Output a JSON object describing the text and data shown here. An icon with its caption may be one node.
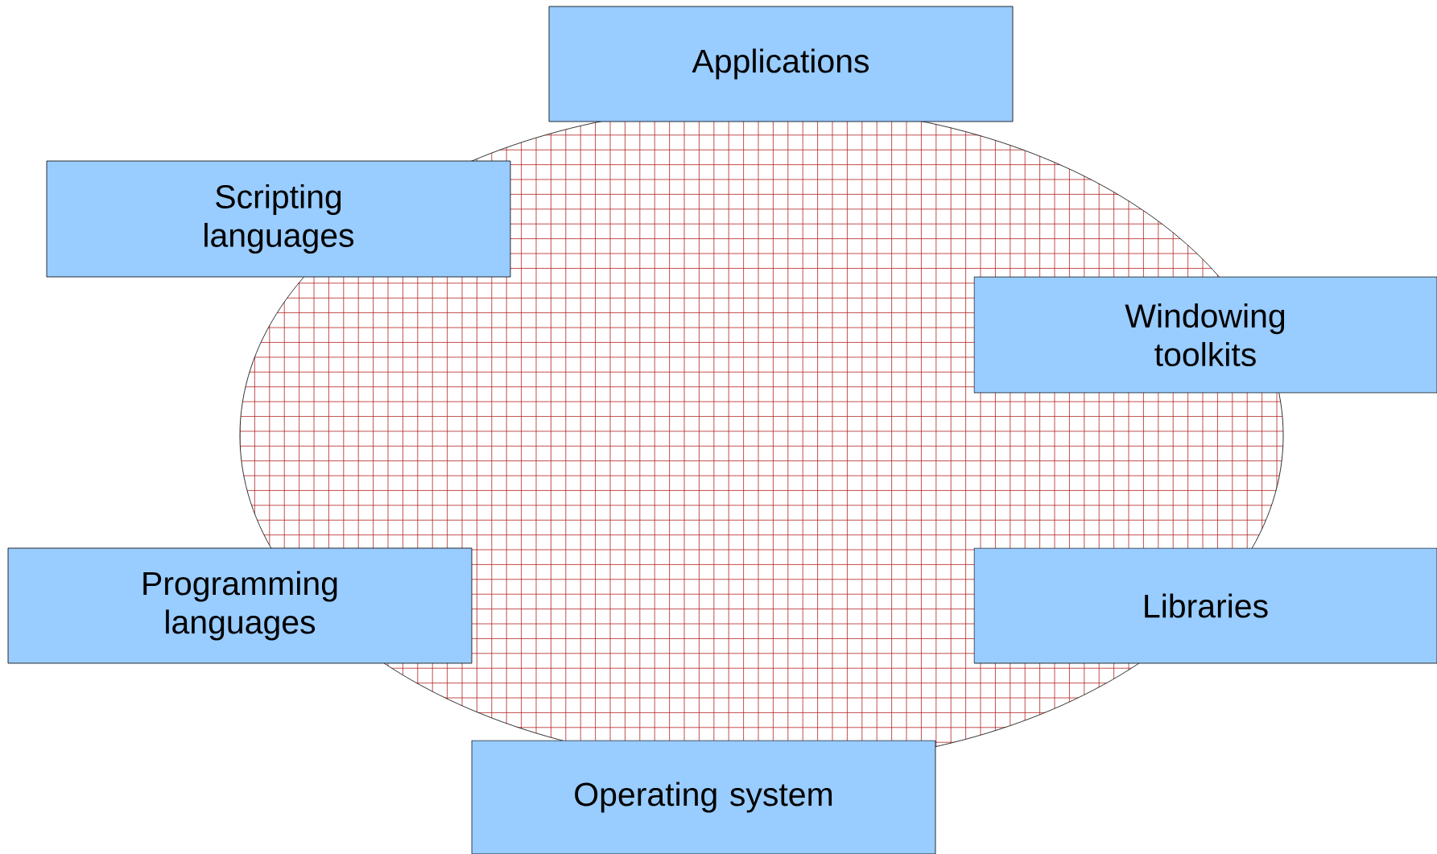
{
  "diagram": {
    "nodes": [
      {
        "text": [
          "Applications"
        ]
      },
      {
        "text": [
          "Scripting languages"
        ]
      },
      {
        "text": [
          "Windowing toolkits"
        ]
      },
      {
        "text": [
          "Programming languages"
        ]
      },
      {
        "text": [
          "Libraries"
        ]
      },
      {
        "text": [
          "Operating system"
        ]
      }
    ]
  }
}
